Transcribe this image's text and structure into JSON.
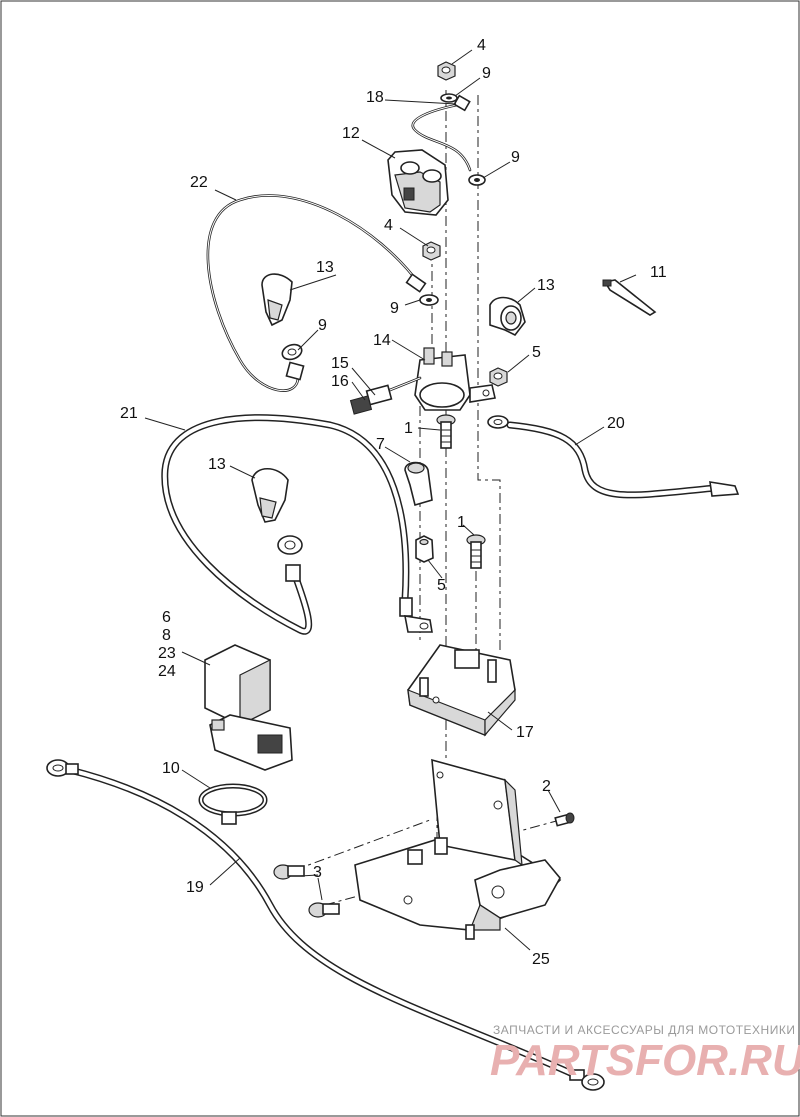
{
  "callouts": {
    "c1a": "1",
    "c1b": "1",
    "c2": "2",
    "c3": "3",
    "c4a": "4",
    "c4b": "4",
    "c5a": "5",
    "c5b": "5",
    "c6": "6",
    "c7": "7",
    "c8": "8",
    "c9a": "9",
    "c9b": "9",
    "c9c": "9",
    "c9d": "9",
    "c10": "10",
    "c11": "11",
    "c12": "12",
    "c13a": "13",
    "c13b": "13",
    "c13c": "13",
    "c14": "14",
    "c15": "15",
    "c16": "16",
    "c17": "17",
    "c18": "18",
    "c19": "19",
    "c20": "20",
    "c21": "21",
    "c22": "22",
    "c23": "23",
    "c24": "24",
    "c25": "25"
  },
  "watermark": {
    "tagline": "ЗАПЧАСТИ И АКСЕССУАРЫ ДЛЯ МОТОТЕХНИКИ",
    "brand": "PARTSFOR.RU"
  },
  "colors": {
    "line": "#222222",
    "watermark_brand": "#e8b0b0",
    "watermark_text": "#9a9a9a"
  }
}
